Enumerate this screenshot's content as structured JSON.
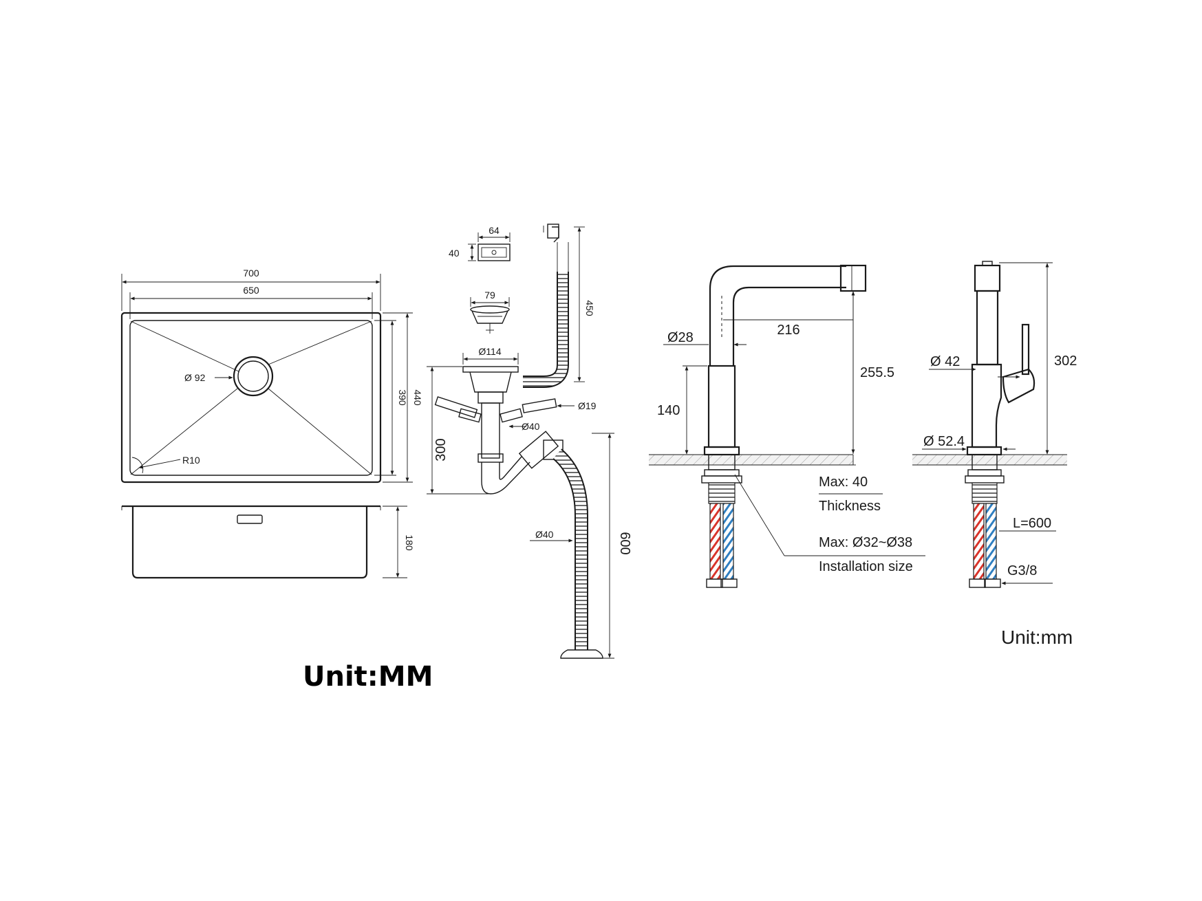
{
  "sink": {
    "outer_width": "700",
    "inner_width": "650",
    "outer_depth": "440",
    "inner_depth": "390",
    "drain_diameter": "Ø 92",
    "corner_radius": "R10",
    "bowl_height": "180",
    "unit_label": "Unit:MM"
  },
  "drain_kit": {
    "overflow_width": "64",
    "overflow_height": "40",
    "strainer_width": "79",
    "hose_length": "450",
    "flange_diameter": "Ø114",
    "drain_height": "300",
    "side_inlet": "Ø19",
    "pipe_diameter": "Ø40",
    "outlet_pipe_diameter": "Ø40",
    "outlet_length": "600"
  },
  "faucet_side": {
    "spout_reach": "216",
    "neck_diameter": "Ø28",
    "base_height": "140",
    "spout_height": "255.5",
    "max_thickness": "Max: 40",
    "thickness_label": "Thickness",
    "hole_size": "Max: Ø32~Ø38",
    "install_label": "Installation size"
  },
  "faucet_front": {
    "total_height": "302",
    "body_diameter": "Ø 42",
    "base_diameter": "Ø 52.4",
    "hose_length": "L=600",
    "thread": "G3/8",
    "unit_label": "Unit:mm"
  },
  "colors": {
    "hot": "#d9342b",
    "cold": "#2f7fc1",
    "line": "#1a1a1a"
  }
}
